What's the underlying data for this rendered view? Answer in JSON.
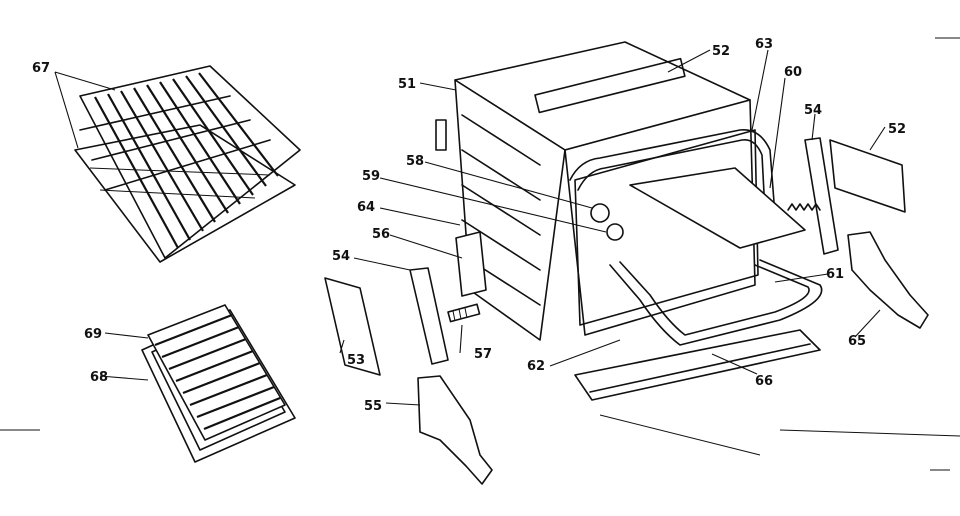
{
  "labels": {
    "p51": "51",
    "p52a": "52",
    "p52b": "52",
    "p53a": "53",
    "p53b": "53",
    "p54a": "54",
    "p54b": "54",
    "p55": "55",
    "p56": "56",
    "p57": "57",
    "p58": "58",
    "p59": "59",
    "p60": "60",
    "p61": "61",
    "p62": "62",
    "p63": "63",
    "p64": "64",
    "p65": "65",
    "p66": "66",
    "p67": "67",
    "p68": "68",
    "p69": "69"
  }
}
